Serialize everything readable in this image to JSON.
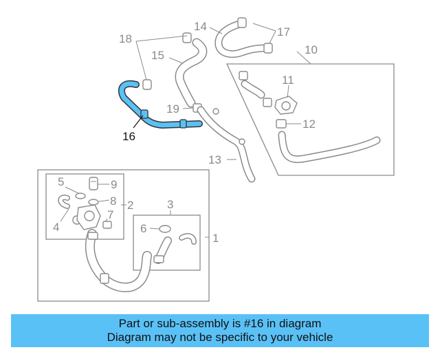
{
  "callouts": {
    "c1": "1",
    "c2": "2",
    "c3": "3",
    "c4": "4",
    "c5": "5",
    "c6": "6",
    "c7": "7",
    "c8": "8",
    "c9": "9",
    "c10": "10",
    "c11": "11",
    "c12": "12",
    "c13": "13",
    "c14": "14",
    "c15": "15",
    "c16": "16",
    "c17": "17",
    "c18": "18",
    "c19": "19"
  },
  "highlight": {
    "color": "#5ac1f7",
    "part": "16"
  },
  "banner": {
    "line1": "Part or sub-assembly is #16 in diagram",
    "line2": "Diagram may not be specific to your vehicle",
    "color": "#5ac1f7"
  }
}
